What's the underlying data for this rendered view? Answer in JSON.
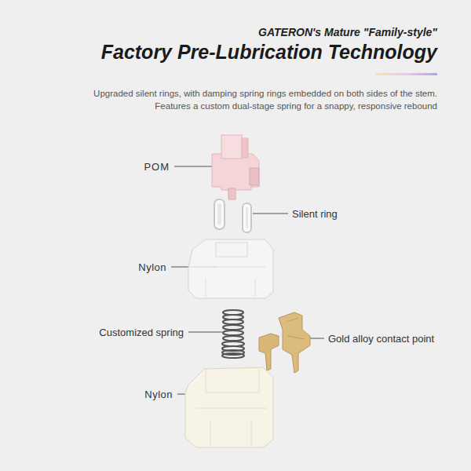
{
  "diagram": {
    "title": "Factory Pre-Lubrication Technology",
    "labels": [
      "GATERON's Mature \"Family-style\"",
      "Upgraded silent rings, with damping spring rings embedded on both sides of the stem. Features a custom dual-stage spring for a snappy, responsive rebound",
      "POM",
      "Silent ring",
      "Nylon",
      "Customized spring",
      "Gold alloy contact point",
      "Nylon"
    ]
  }
}
